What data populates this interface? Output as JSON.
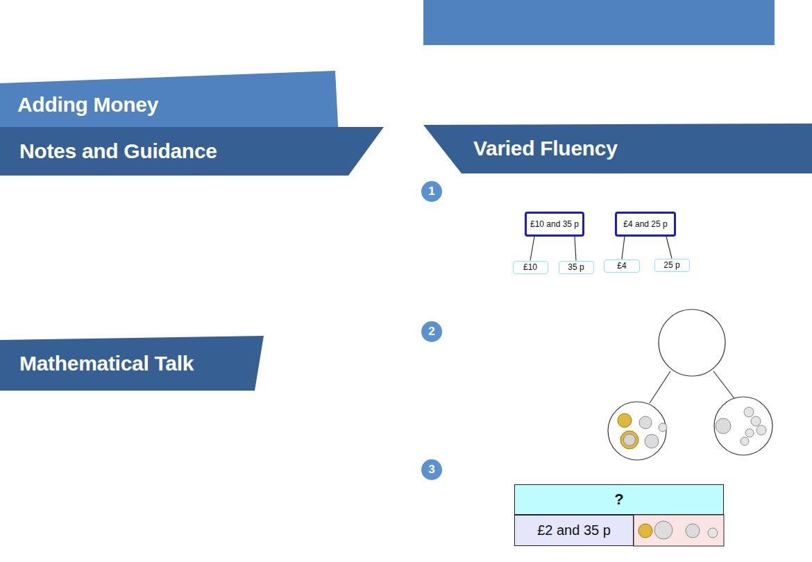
{
  "diagram": {
    "nodes": [
      {
        "text": [
          "Adding Money"
        ]
      },
      {
        "text": [
          "Notes and Guidance"
        ]
      },
      {
        "text": [
          "Mathematical Talk"
        ]
      },
      {
        "text": [
          "Varied Fluency"
        ]
      },
      {
        "text": [
          "1"
        ]
      },
      {
        "text": [
          "£10 and 35 p"
        ]
      },
      {
        "text": [
          "£10"
        ]
      },
      {
        "text": [
          "35 p"
        ]
      },
      {
        "text": [
          "£4 and 25 p"
        ]
      },
      {
        "text": [
          "£4"
        ]
      },
      {
        "text": [
          "25 p"
        ]
      },
      {
        "text": [
          "2"
        ]
      },
      {
        "text": [
          "3"
        ]
      },
      {
        "text": [
          "?"
        ]
      },
      {
        "text": [
          "£2 and 35 p"
        ]
      }
    ],
    "edges": [
      {
        "from": 5,
        "to": 6,
        "arrow": "none"
      },
      {
        "from": 5,
        "to": 7,
        "arrow": "none"
      },
      {
        "from": 8,
        "to": 9,
        "arrow": "none"
      },
      {
        "from": 8,
        "to": 10,
        "arrow": "none"
      }
    ]
  }
}
